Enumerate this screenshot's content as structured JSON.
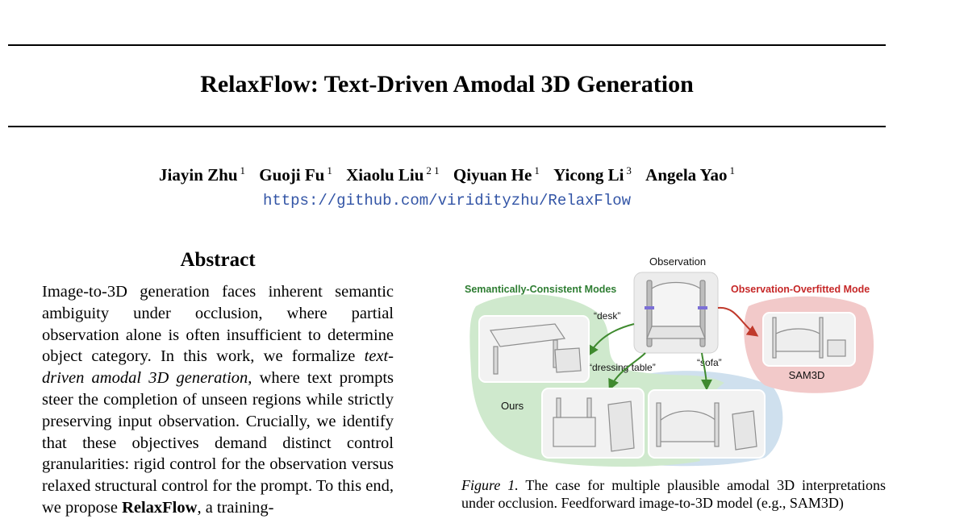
{
  "paper": {
    "title": "RelaxFlow: Text-Driven Amodal 3D Generation",
    "authors": [
      {
        "name": "Jiayin Zhu",
        "affil": "1"
      },
      {
        "name": "Guoji Fu",
        "affil": "1"
      },
      {
        "name": "Xiaolu Liu",
        "affil": "2 1"
      },
      {
        "name": "Qiyuan He",
        "affil": "1"
      },
      {
        "name": "Yicong Li",
        "affil": "3"
      },
      {
        "name": "Angela Yao",
        "affil": "1"
      }
    ],
    "repo_url": "https://github.com/viridityzhu/RelaxFlow"
  },
  "abstract": {
    "heading": "Abstract",
    "t1": "Image-to-3D generation faces inherent semantic ambiguity under occlusion, where partial observation alone is often insufficient to determine object category. In this work, we formalize ",
    "t2": "text-driven amodal 3D generation",
    "t3": ", where text prompts steer the completion of unseen regions while strictly preserving input observation. Crucially, we identify that these objectives demand distinct control granularities: rigid control for the observation versus relaxed structural control for the prompt. To this end, we propose ",
    "t4": "RelaxFlow",
    "t5": ", a training-"
  },
  "figure": {
    "observation_label": "Observation",
    "left_heading": "Semantically-Consistent Modes",
    "right_heading": "Observation-Overfitted Mode",
    "prompt_desk": "“desk”",
    "prompt_dressing_table": "“dressing table”",
    "prompt_sofa": "“sofa”",
    "ours_label": "Ours",
    "sam3d_label": "SAM3D",
    "colors": {
      "left_heading": "#2e7d32",
      "right_heading": "#c62828",
      "green_region": "#cfe9cd",
      "blue_region": "#cfe0ee",
      "red_region": "#f2c9c9",
      "green_arrow": "#3f8a2f",
      "red_arrow": "#c0392b"
    }
  },
  "caption": {
    "label": "Figure 1.",
    "text": " The case for multiple plausible amodal 3D interpretations under occlusion. Feedforward image-to-3D model (e.g., SAM3D)"
  }
}
